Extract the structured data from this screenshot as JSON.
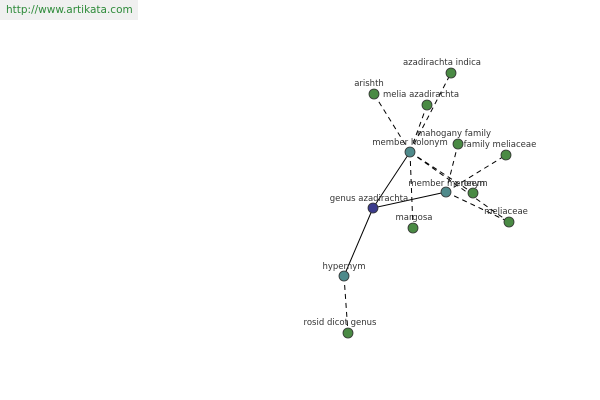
{
  "source_url": "http://www.artikata.com",
  "colors": {
    "root_node": "#3b3b8c",
    "relation_node": "#4f8a8b",
    "leaf_node": "#4a8a44",
    "edge": "#000000",
    "banner_text": "#2e8b3a",
    "banner_bg": "#f0f0f0"
  },
  "nodes": [
    {
      "id": "genus",
      "label": "genus azadirachta",
      "kind": "root"
    },
    {
      "id": "holonym",
      "label": "member holonym",
      "kind": "relation"
    },
    {
      "id": "meronym",
      "label": "member meronym",
      "kind": "relation"
    },
    {
      "id": "hypernym",
      "label": "hypernym",
      "kind": "relation"
    },
    {
      "id": "arishth",
      "label": "arishth",
      "kind": "leaf"
    },
    {
      "id": "melia",
      "label": "melia azadirachta",
      "kind": "leaf"
    },
    {
      "id": "indica",
      "label": "azadirachta indica",
      "kind": "leaf"
    },
    {
      "id": "mahogany",
      "label": "mahogany family",
      "kind": "leaf"
    },
    {
      "id": "familymel",
      "label": "family meliaceae",
      "kind": "leaf"
    },
    {
      "id": "neem",
      "label": "neem",
      "kind": "leaf"
    },
    {
      "id": "meliaceae",
      "label": "meliaceae",
      "kind": "leaf"
    },
    {
      "id": "margosa",
      "label": "margosa",
      "kind": "leaf"
    },
    {
      "id": "rosid",
      "label": "rosid dicot genus",
      "kind": "leaf"
    }
  ],
  "edges": [
    {
      "from": "genus",
      "to": "holonym",
      "style": "solid"
    },
    {
      "from": "genus",
      "to": "meronym",
      "style": "solid"
    },
    {
      "from": "genus",
      "to": "hypernym",
      "style": "solid"
    },
    {
      "from": "holonym",
      "to": "arishth",
      "style": "dashed"
    },
    {
      "from": "holonym",
      "to": "melia",
      "style": "dashed"
    },
    {
      "from": "holonym",
      "to": "indica",
      "style": "dashed"
    },
    {
      "from": "holonym",
      "to": "margosa",
      "style": "dashed"
    },
    {
      "from": "holonym",
      "to": "neem",
      "style": "dashed"
    },
    {
      "from": "holonym",
      "to": "meliaceae",
      "style": "dashed"
    },
    {
      "from": "meronym",
      "to": "mahogany",
      "style": "dashed"
    },
    {
      "from": "meronym",
      "to": "familymel",
      "style": "dashed"
    },
    {
      "from": "meronym",
      "to": "meliaceae",
      "style": "dashed"
    },
    {
      "from": "hypernym",
      "to": "rosid",
      "style": "dashed"
    }
  ]
}
